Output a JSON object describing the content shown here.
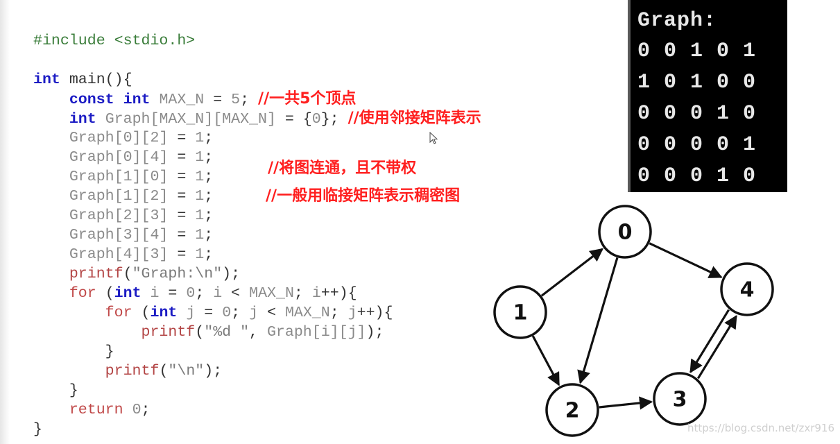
{
  "code": {
    "lines": [
      [
        {
          "t": "#include <stdio.h>",
          "c": "pp"
        }
      ],
      [],
      [
        {
          "t": "int",
          "c": "kw"
        },
        {
          "t": " main(){",
          "c": "op"
        }
      ],
      [
        {
          "t": "    ",
          "c": "op"
        },
        {
          "t": "const",
          "c": "kw"
        },
        {
          "t": " ",
          "c": "op"
        },
        {
          "t": "int",
          "c": "kw"
        },
        {
          "t": " MAX_N",
          "c": "id"
        },
        {
          "t": " = ",
          "c": "op"
        },
        {
          "t": "5",
          "c": "num"
        },
        {
          "t": "; ",
          "c": "op"
        },
        {
          "t": "//一共5个顶点",
          "c": "cmt"
        }
      ],
      [
        {
          "t": "    ",
          "c": "op"
        },
        {
          "t": "int",
          "c": "kw"
        },
        {
          "t": " Graph[MAX_N][MAX_N]",
          "c": "id"
        },
        {
          "t": " = {",
          "c": "op"
        },
        {
          "t": "0",
          "c": "num"
        },
        {
          "t": "}; ",
          "c": "op"
        },
        {
          "t": "//使用邻接矩阵表示",
          "c": "cmt"
        }
      ],
      [
        {
          "t": "    Graph[0][2]",
          "c": "id"
        },
        {
          "t": " = ",
          "c": "op"
        },
        {
          "t": "1",
          "c": "num"
        },
        {
          "t": ";",
          "c": "op"
        }
      ],
      [
        {
          "t": "    Graph[0][4]",
          "c": "id"
        },
        {
          "t": " = ",
          "c": "op"
        },
        {
          "t": "1",
          "c": "num"
        },
        {
          "t": ";",
          "c": "op"
        }
      ],
      [
        {
          "t": "    Graph[1][0]",
          "c": "id"
        },
        {
          "t": " = ",
          "c": "op"
        },
        {
          "t": "1",
          "c": "num"
        },
        {
          "t": ";",
          "c": "op"
        }
      ],
      [
        {
          "t": "    Graph[1][2]",
          "c": "id"
        },
        {
          "t": " = ",
          "c": "op"
        },
        {
          "t": "1",
          "c": "num"
        },
        {
          "t": ";",
          "c": "op"
        }
      ],
      [
        {
          "t": "    Graph[2][3]",
          "c": "id"
        },
        {
          "t": " = ",
          "c": "op"
        },
        {
          "t": "1",
          "c": "num"
        },
        {
          "t": ";",
          "c": "op"
        }
      ],
      [
        {
          "t": "    Graph[3][4]",
          "c": "id"
        },
        {
          "t": " = ",
          "c": "op"
        },
        {
          "t": "1",
          "c": "num"
        },
        {
          "t": ";",
          "c": "op"
        }
      ],
      [
        {
          "t": "    Graph[4][3]",
          "c": "id"
        },
        {
          "t": " = ",
          "c": "op"
        },
        {
          "t": "1",
          "c": "num"
        },
        {
          "t": ";",
          "c": "op"
        }
      ],
      [
        {
          "t": "    ",
          "c": "op"
        },
        {
          "t": "printf",
          "c": "fn"
        },
        {
          "t": "(",
          "c": "op"
        },
        {
          "t": "\"Graph:\\n\"",
          "c": "str"
        },
        {
          "t": ");",
          "c": "op"
        }
      ],
      [
        {
          "t": "    ",
          "c": "op"
        },
        {
          "t": "for",
          "c": "kwn"
        },
        {
          "t": " (",
          "c": "op"
        },
        {
          "t": "int",
          "c": "kw"
        },
        {
          "t": " i",
          "c": "id"
        },
        {
          "t": " = ",
          "c": "op"
        },
        {
          "t": "0",
          "c": "num"
        },
        {
          "t": "; ",
          "c": "op"
        },
        {
          "t": "i",
          "c": "id"
        },
        {
          "t": " < ",
          "c": "op"
        },
        {
          "t": "MAX_N",
          "c": "id"
        },
        {
          "t": "; ",
          "c": "op"
        },
        {
          "t": "i",
          "c": "id"
        },
        {
          "t": "++){",
          "c": "op"
        }
      ],
      [
        {
          "t": "        ",
          "c": "op"
        },
        {
          "t": "for",
          "c": "kwn"
        },
        {
          "t": " (",
          "c": "op"
        },
        {
          "t": "int",
          "c": "kw"
        },
        {
          "t": " j",
          "c": "id"
        },
        {
          "t": " = ",
          "c": "op"
        },
        {
          "t": "0",
          "c": "num"
        },
        {
          "t": "; ",
          "c": "op"
        },
        {
          "t": "j",
          "c": "id"
        },
        {
          "t": " < ",
          "c": "op"
        },
        {
          "t": "MAX_N",
          "c": "id"
        },
        {
          "t": "; ",
          "c": "op"
        },
        {
          "t": "j",
          "c": "id"
        },
        {
          "t": "++){",
          "c": "op"
        }
      ],
      [
        {
          "t": "            ",
          "c": "op"
        },
        {
          "t": "printf",
          "c": "fn"
        },
        {
          "t": "(",
          "c": "op"
        },
        {
          "t": "\"%d \"",
          "c": "str"
        },
        {
          "t": ", ",
          "c": "op"
        },
        {
          "t": "Graph[i][j]",
          "c": "id"
        },
        {
          "t": ");",
          "c": "op"
        }
      ],
      [
        {
          "t": "        }",
          "c": "op"
        }
      ],
      [
        {
          "t": "        ",
          "c": "op"
        },
        {
          "t": "printf",
          "c": "fn"
        },
        {
          "t": "(",
          "c": "op"
        },
        {
          "t": "\"\\n\"",
          "c": "str"
        },
        {
          "t": ");",
          "c": "op"
        }
      ],
      [
        {
          "t": "    }",
          "c": "op"
        }
      ],
      [
        {
          "t": "    ",
          "c": "op"
        },
        {
          "t": "return",
          "c": "kwn"
        },
        {
          "t": " ",
          "c": "op"
        },
        {
          "t": "0",
          "c": "num"
        },
        {
          "t": ";",
          "c": "op"
        }
      ],
      [
        {
          "t": "}",
          "c": "op"
        }
      ]
    ]
  },
  "annotations": {
    "connected": "//将图连通，且不带权",
    "dense": "//一般用临接矩阵表示稠密图"
  },
  "console": {
    "title": "Graph:",
    "rows": [
      "0 0 1 0 1",
      "1 0 1 0 0",
      "0 0 0 1 0",
      "0 0 0 0 1",
      "0 0 0 1 0"
    ]
  },
  "graph": {
    "nodes": [
      "0",
      "1",
      "2",
      "3",
      "4"
    ],
    "edges": [
      [
        0,
        2
      ],
      [
        0,
        4
      ],
      [
        1,
        0
      ],
      [
        1,
        2
      ],
      [
        2,
        3
      ],
      [
        3,
        4
      ],
      [
        4,
        3
      ]
    ]
  },
  "watermark": "https://blog.csdn.net/zxr916",
  "colors": {
    "keyword": "#1c1cc4",
    "comment": "#ff1f1f",
    "identifier": "#8a8a8a",
    "console_bg": "#000000",
    "console_fg": "#e8e8e8"
  }
}
